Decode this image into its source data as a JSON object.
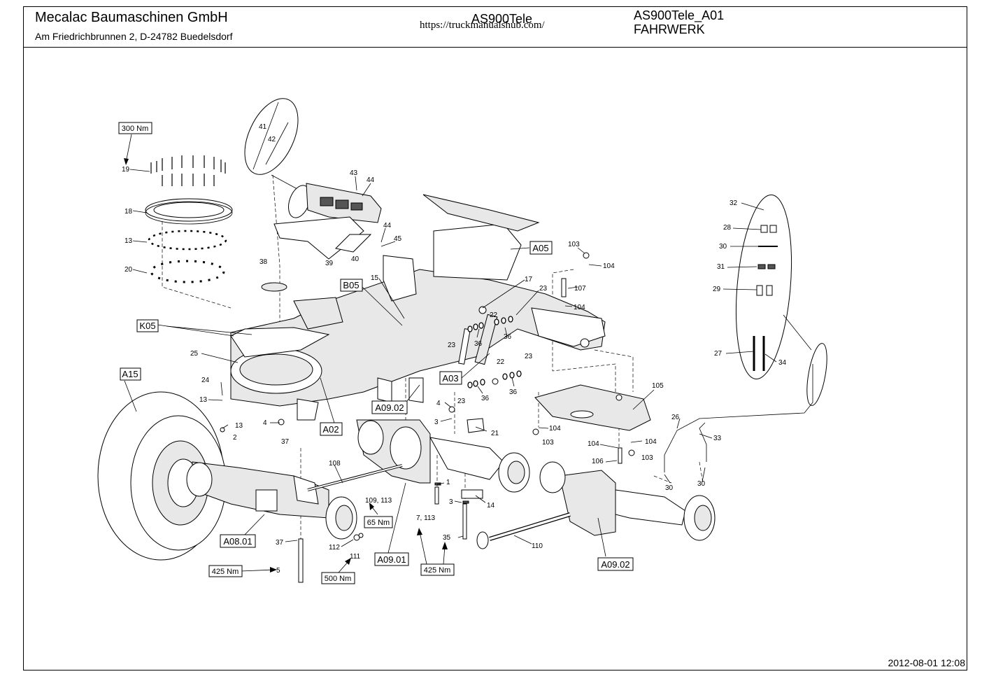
{
  "header": {
    "company": "Mecalac Baumaschinen GmbH",
    "address": "Am Friedrichbrunnen 2,  D-24782 Buedelsdorf",
    "model": "AS900Tele",
    "watermark": "https://truckmanualshub.com/",
    "doc_id": "AS900Tele_A01",
    "section": "FAHRWERK"
  },
  "footer": {
    "timestamp": "2012-08-01 12:08"
  },
  "assembly_labels": {
    "A15": "A15",
    "K05": "K05",
    "B05": "B05",
    "A05": "A05",
    "A03": "A03",
    "A02": "A02",
    "A09_02_upper": "A09.02",
    "A09_02_lower": "A09.02",
    "A09_01": "A09.01",
    "A08_01": "A08.01"
  },
  "torque_labels": {
    "t300": "300 Nm",
    "t65": "65 Nm",
    "t500": "500 Nm",
    "t425a": "425 Nm",
    "t425b": "425 Nm"
  },
  "callouts": {
    "c19": "19",
    "c18": "18",
    "c13a": "13",
    "c20": "20",
    "c41": "41",
    "c42": "42",
    "c43": "43",
    "c44a": "44",
    "c44b": "44",
    "c45": "45",
    "c39": "39",
    "c40": "40",
    "c38": "38",
    "c15": "15",
    "c17": "17",
    "c23a": "23",
    "c22a": "22",
    "c23b": "23",
    "c36a": "36",
    "c36b": "36",
    "c25": "25",
    "c24": "24",
    "c13b": "13",
    "c13c": "13",
    "c2": "2",
    "c4a": "4",
    "c37a": "37",
    "c22b": "22",
    "c23c": "23",
    "c23d": "23",
    "c36c": "36",
    "c36d": "36",
    "c4b": "4",
    "c3a": "3",
    "c21": "21",
    "c103a": "103",
    "c104a": "104",
    "c107": "107",
    "c104b": "104",
    "c105": "105",
    "c104c": "104",
    "c103b": "103",
    "c104d": "104",
    "c104e": "104",
    "c103c": "103",
    "c106": "106",
    "c108": "108",
    "c1": "1",
    "c3b": "3",
    "c14": "14",
    "c109": "109, 113",
    "c7": "7, 113",
    "c35": "35",
    "c110": "110",
    "c112": "112",
    "c111": "111",
    "c37b": "37",
    "c5": "5",
    "c32": "32",
    "c28": "28",
    "c30a": "30",
    "c31": "31",
    "c29": "29",
    "c27": "27",
    "c34": "34",
    "c26": "26",
    "c33": "33",
    "c30b": "30",
    "c30c": "30"
  }
}
